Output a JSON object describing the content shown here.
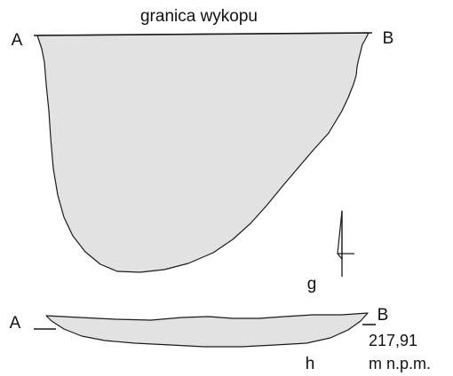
{
  "plan": {
    "title": "granica wykopu",
    "left_marker": "A",
    "right_marker": "B",
    "figure_letter": "g"
  },
  "section": {
    "left_marker": "A",
    "right_marker": "B",
    "elevation_value": "217,91",
    "elevation_unit": "m n.p.m.",
    "figure_letter": "h"
  },
  "colors": {
    "fill": "#e2e2e2",
    "stroke": "#1a1a1a",
    "text": "#111111"
  }
}
